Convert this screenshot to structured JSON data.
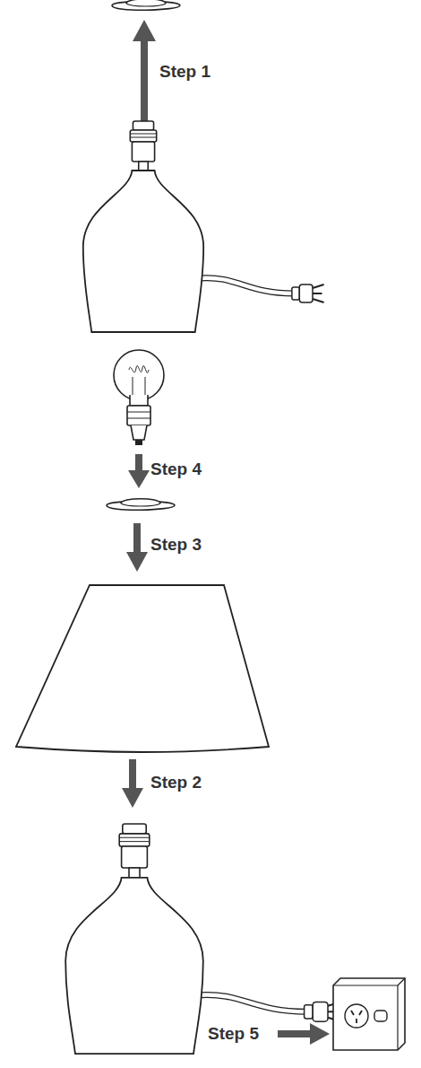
{
  "diagram": {
    "labels": [
      "Step 1",
      "Step 4",
      "Step 3",
      "Step 2",
      "Step 5"
    ]
  }
}
